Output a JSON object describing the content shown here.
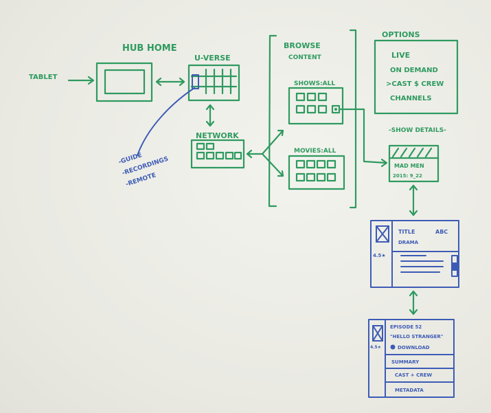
{
  "colors": {
    "green_marker": "#2e9a5f",
    "blue_marker": "#3d5bb5",
    "board": "#ecece6"
  },
  "labels": {
    "tablet": "TABLET",
    "hub_home": "HUB HOME",
    "u_verse": "U-VERSE",
    "network": "NETWORK",
    "browse": "BROWSE",
    "content": "CONTENT",
    "shows_all": "SHOWS:ALL",
    "movies_all": "MOVIES:ALL",
    "options_title": "OPTIONS",
    "options_items": [
      "LIVE",
      "ON DEMAND",
      ">CAST $ CREW",
      "CHANNELS"
    ],
    "show_details": "-SHOW DETAILS-",
    "show_name": "MAD MEN",
    "show_date": "2015: 9_22",
    "guide_items": [
      "-GUIDE",
      "-RECORDINGS",
      "-REMOTE"
    ],
    "detail_title": "TITLE",
    "detail_channel": "ABC",
    "detail_genre": "DRAMA",
    "detail_rating": "4.5★",
    "episode_number": "EPISODE 52",
    "episode_name": "\"HELLO STRANGER\"",
    "download": "DOWNLOAD",
    "episode_rating": "4.5★",
    "summary": "SUMMARY",
    "cast_crew": "CAST + CREW",
    "metadata": "METADATA"
  }
}
